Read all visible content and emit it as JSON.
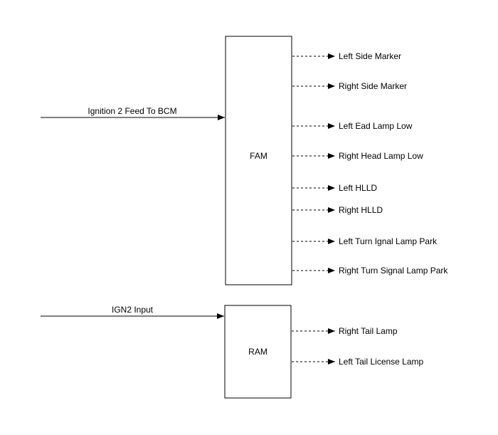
{
  "modules": {
    "fam": {
      "label": "FAM",
      "input": "Ignition 2 Feed To BCM",
      "outputs": [
        "Left Side Marker",
        "Right Side Marker",
        "Left Ead Lamp Low",
        "Right Head Lamp Low",
        "Left HLLD",
        "Right HLLD",
        "Left Turn Ignal Lamp Park",
        "Right Turn Signal Lamp Park"
      ]
    },
    "ram": {
      "label": "RAM",
      "input": "IGN2 Input",
      "outputs": [
        "Right Tail Lamp",
        "Left Tail License Lamp"
      ]
    }
  }
}
